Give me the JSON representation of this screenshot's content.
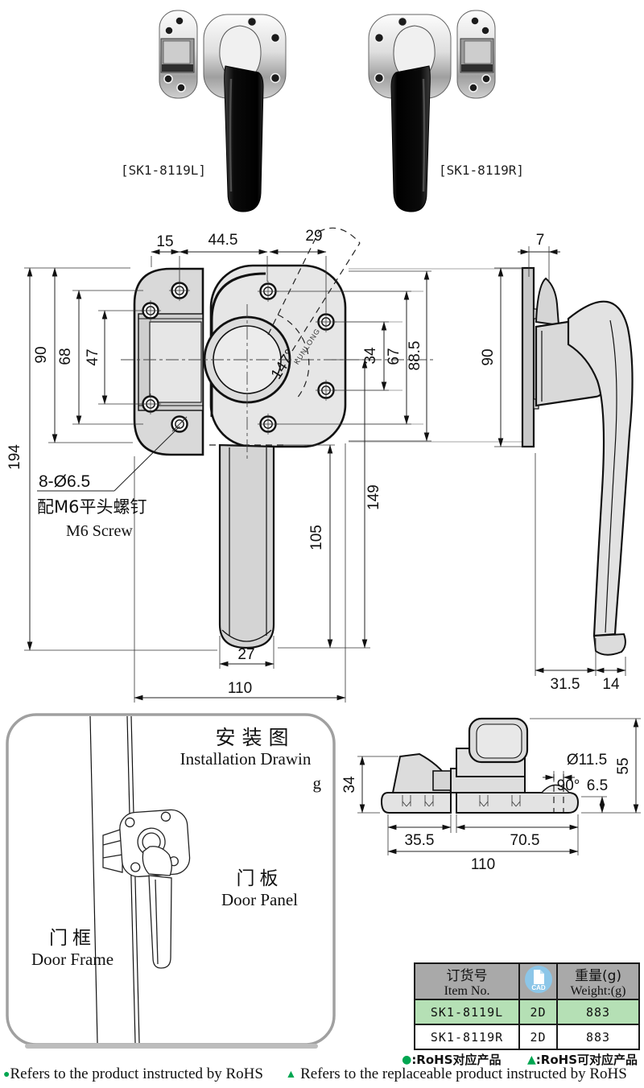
{
  "products": {
    "left_label": "[SK1-8119L]",
    "right_label": "[SK1-8119R]"
  },
  "front_view": {
    "dim_15": "15",
    "dim_44_5": "44.5",
    "dim_29": "29",
    "dim_194": "194",
    "dim_90": "90",
    "dim_68": "68",
    "dim_47": "47",
    "dim_34": "34",
    "dim_67": "67",
    "dim_88_5": "88.5",
    "dim_149": "149",
    "dim_105": "105",
    "dim_27": "27",
    "dim_110": "110",
    "angle_147": "147°",
    "brand": "KUNLONG",
    "note_hole": "8-Ø6.5",
    "note_screw_cn": "配M6平头螺钉",
    "note_screw_en": "M6 Screw"
  },
  "side_view": {
    "dim_7": "7",
    "dim_90": "90",
    "dim_31_5": "31.5",
    "dim_14": "14"
  },
  "installation": {
    "title_cn": "安装图",
    "title_en_line1": "Installation Drawin",
    "title_en_line2": "g",
    "door_panel_cn": "门板",
    "door_panel_en": "Door Panel",
    "door_frame_cn": "门框",
    "door_frame_en": "Door Frame",
    "side": {
      "dim_34": "34",
      "dim_55": "55",
      "dim_hole": "Ø11.5",
      "dim_angle": "90°",
      "dim_depth": "6.5",
      "dim_35_5": "35.5",
      "dim_70_5": "70.5",
      "dim_110": "110"
    }
  },
  "table": {
    "header": {
      "item_cn": "订货号",
      "item_en": "Item No.",
      "cad": "CAD",
      "weight_cn": "重量(g)",
      "weight_en": "Weight:(g)"
    },
    "rows": [
      {
        "item": "SK1-8119L",
        "cad": "2D",
        "weight": "883"
      },
      {
        "item": "SK1-8119R",
        "cad": "2D",
        "weight": "883"
      }
    ]
  },
  "footer": {
    "dot": "●",
    "triangle": "▲",
    "cn_dot_text": ":RoHS对应产品",
    "cn_tri_text": ":RoHS可对应产品",
    "en_dot_text": "Refers to the product instructed by RoHS",
    "en_tri_text": "Refers to the replaceable product instructed by RoHS"
  },
  "colors": {
    "rohs_green": "#00a651",
    "table_header_bg": "#a9a9a9",
    "row_green": "#b5e0b5",
    "cad_blue": "#8cc6e8"
  }
}
